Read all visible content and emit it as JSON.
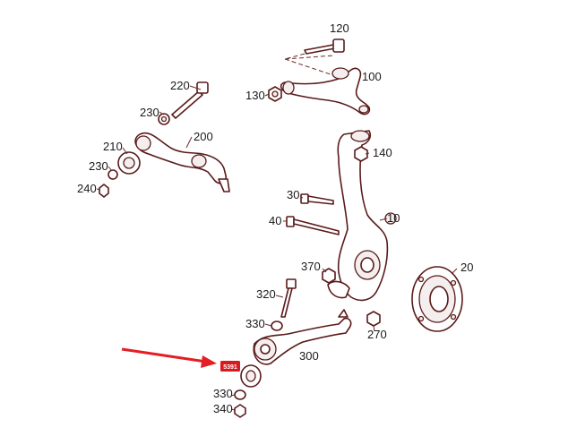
{
  "labels": {
    "p120": "120",
    "p100": "100",
    "p130": "130",
    "p220": "220",
    "p230a": "230",
    "p200": "200",
    "p210": "210",
    "p230b": "230",
    "p240": "240",
    "p140": "140",
    "p30": "30",
    "p10": "10",
    "p40": "40",
    "p370": "370",
    "p20": "20",
    "p320": "320",
    "p330a": "330",
    "p270": "270",
    "p300": "300",
    "p330b": "330",
    "p340": "340"
  },
  "highlight": {
    "label": "5391"
  },
  "colors": {
    "arrow": "#e31e24",
    "highlight_badge": "#d8191f",
    "line_art": "#5a1a1a"
  }
}
